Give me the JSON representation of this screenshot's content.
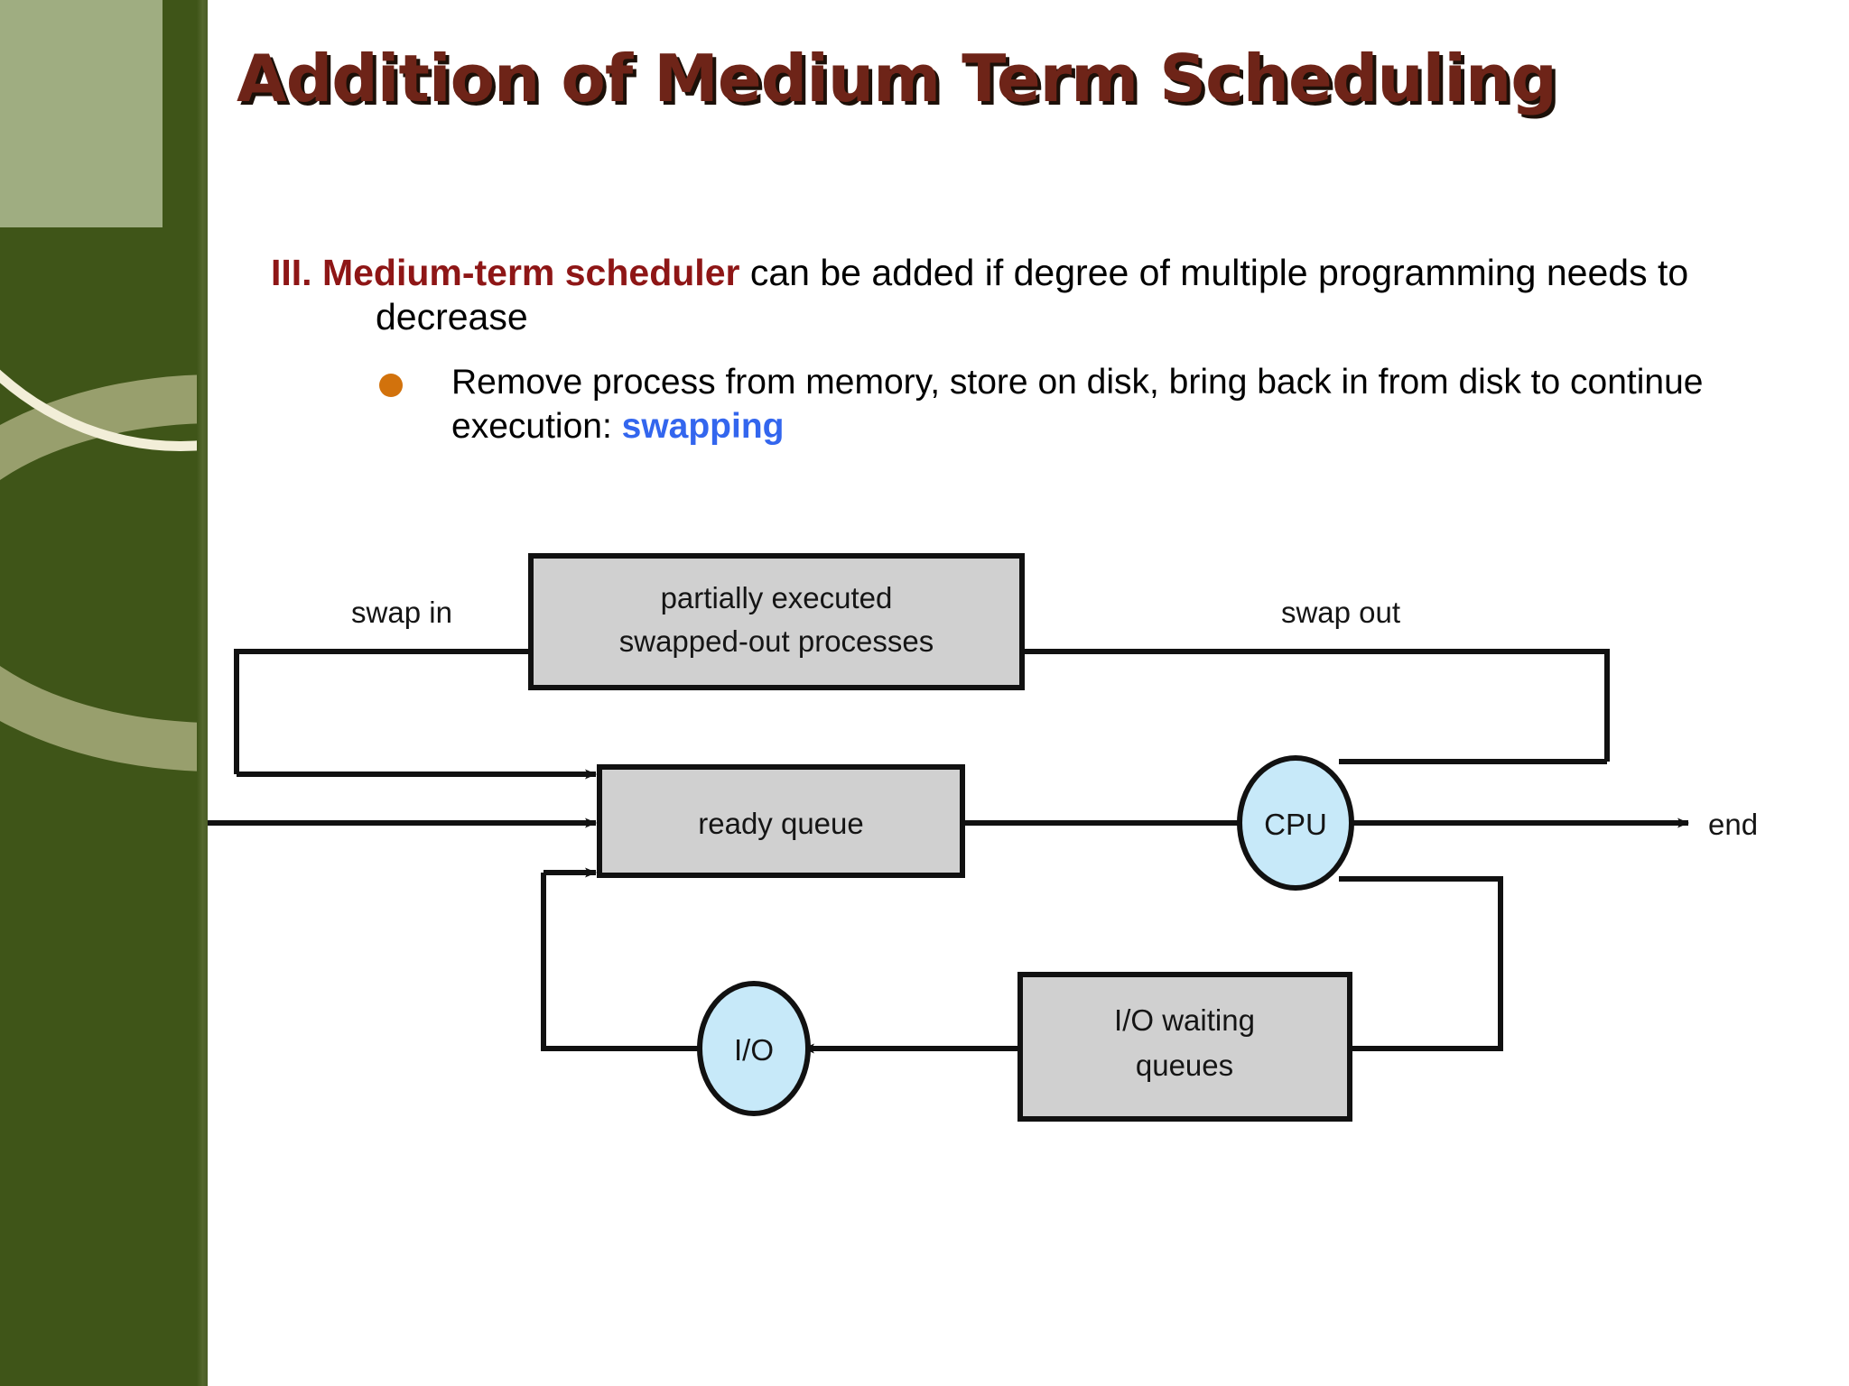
{
  "slide": {
    "title": "Addition of Medium Term Scheduling",
    "title_color": "#6e2418",
    "sidebar_color": "#3f5518"
  },
  "content": {
    "bullet1": {
      "keyword": "III. Medium-term scheduler",
      "keyword_color": "#8e1616",
      "rest": "  can be added if degree of multiple programming needs to decrease"
    },
    "bullet2": {
      "marker": "round-bullet",
      "marker_color": "#d2720c",
      "text_before": "Remove process from memory, store on disk, bring back in from disk to continue execution: ",
      "keyword": "swapping",
      "keyword_color": "#3366ee"
    }
  },
  "chart_data": {
    "type": "diagram",
    "title": "Medium-term scheduling queueing diagram",
    "nodes": [
      {
        "id": "swapped",
        "label": "partially executed\nswapped-out processes",
        "shape": "rect",
        "fill": "#d0d0d0"
      },
      {
        "id": "ready",
        "label": "ready queue",
        "shape": "rect",
        "fill": "#d0d0d0"
      },
      {
        "id": "cpu",
        "label": "CPU",
        "shape": "ellipse",
        "fill": "#c7e9f9"
      },
      {
        "id": "io",
        "label": "I/O",
        "shape": "ellipse",
        "fill": "#c7e9f9"
      },
      {
        "id": "iowait",
        "label": "I/O waiting\nqueues",
        "shape": "rect",
        "fill": "#d0d0d0"
      },
      {
        "id": "end",
        "label": "end",
        "shape": "text",
        "fill": "none"
      }
    ],
    "edge_labels": [
      "swap in",
      "swap out"
    ],
    "edges": [
      {
        "from": "swapped",
        "to": "ready",
        "label": "swap in"
      },
      {
        "from": "cpu",
        "to": "swapped",
        "label": "swap out"
      },
      {
        "from": "entry",
        "to": "ready",
        "label": ""
      },
      {
        "from": "ready",
        "to": "cpu",
        "label": ""
      },
      {
        "from": "cpu",
        "to": "end",
        "label": ""
      },
      {
        "from": "cpu",
        "to": "iowait",
        "label": ""
      },
      {
        "from": "iowait",
        "to": "io",
        "label": ""
      },
      {
        "from": "io",
        "to": "ready",
        "label": ""
      }
    ],
    "labels": {
      "swapped_line1": "partially executed",
      "swapped_line2": "swapped-out processes",
      "ready": "ready queue",
      "cpu": "CPU",
      "io": "I/O",
      "iowait_line1": "I/O waiting",
      "iowait_line2": "queues",
      "swap_in": "swap in",
      "swap_out": "swap out",
      "end": "end"
    }
  }
}
